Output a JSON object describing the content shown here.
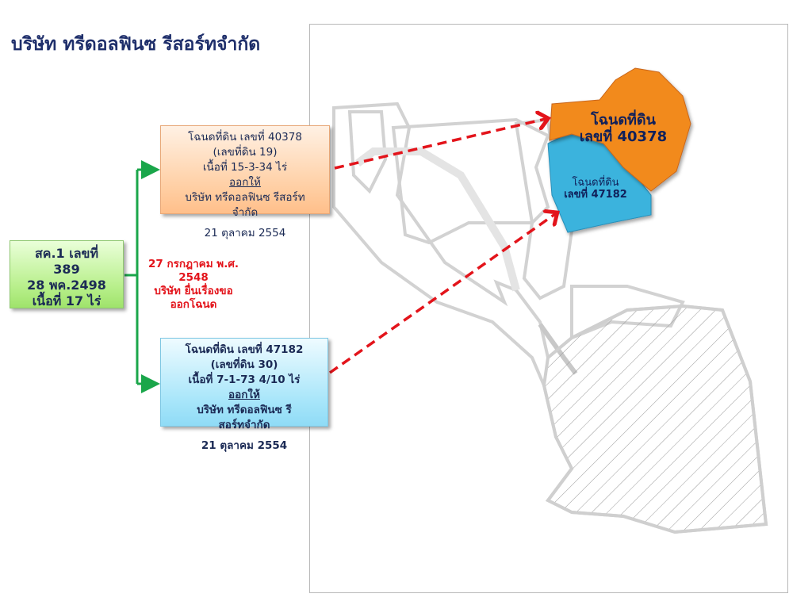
{
  "title": "บริษัท ทรีดอลฟินซ รีสอร์ทจำกัด",
  "sk_box": {
    "line1": "สค.1  เลขที่",
    "line2": "389",
    "line3": "28 พค.2498",
    "line4": "เนื้อที่ 17 ไร่"
  },
  "deed_40378_box": {
    "line1": "โฉนดที่ดิน เลขที่ 40378",
    "line2": "(เลขที่ดิน 19)",
    "line3": "เนื้อที่ 15-3-34 ไร่",
    "line4": "ออกให้",
    "line5": "บริษัท ทรีดอลฟินซ รีสอร์ท",
    "line6": "จำกัด",
    "line7": "21 ตุลาคม 2554"
  },
  "petition": {
    "line1": "27 กรกฎาคม พ.ศ.",
    "line2": "2548",
    "line3": "บริษัท ยื่นเรื่องขอ",
    "line4": "ออกโฉนด"
  },
  "deed_47182_box": {
    "line1": "โฉนดที่ดิน เลขที่ 47182",
    "line2": "(เลขที่ดิน 30)",
    "line3": "เนื้อที่ 7-1-73  4/10 ไร่",
    "line4": "ออกให้",
    "line5": "บริษัท ทรีดอลฟินซ รี",
    "line6": "สอร์ทจำกัด",
    "line7": "21 ตุลาคม 2554"
  },
  "map": {
    "parcel_40378_line1": "โฉนดที่ดิน",
    "parcel_40378_line2": "เลขที่ 40378",
    "parcel_47182_line1": "โฉนดที่ดิน",
    "parcel_47182_line2": "เลขที่ 47182"
  },
  "colors": {
    "orange_parcel": "#f28a1e",
    "blue_parcel": "#3bb3dd",
    "arrow_red": "#e3141b",
    "connector_green": "#1aa64a"
  }
}
